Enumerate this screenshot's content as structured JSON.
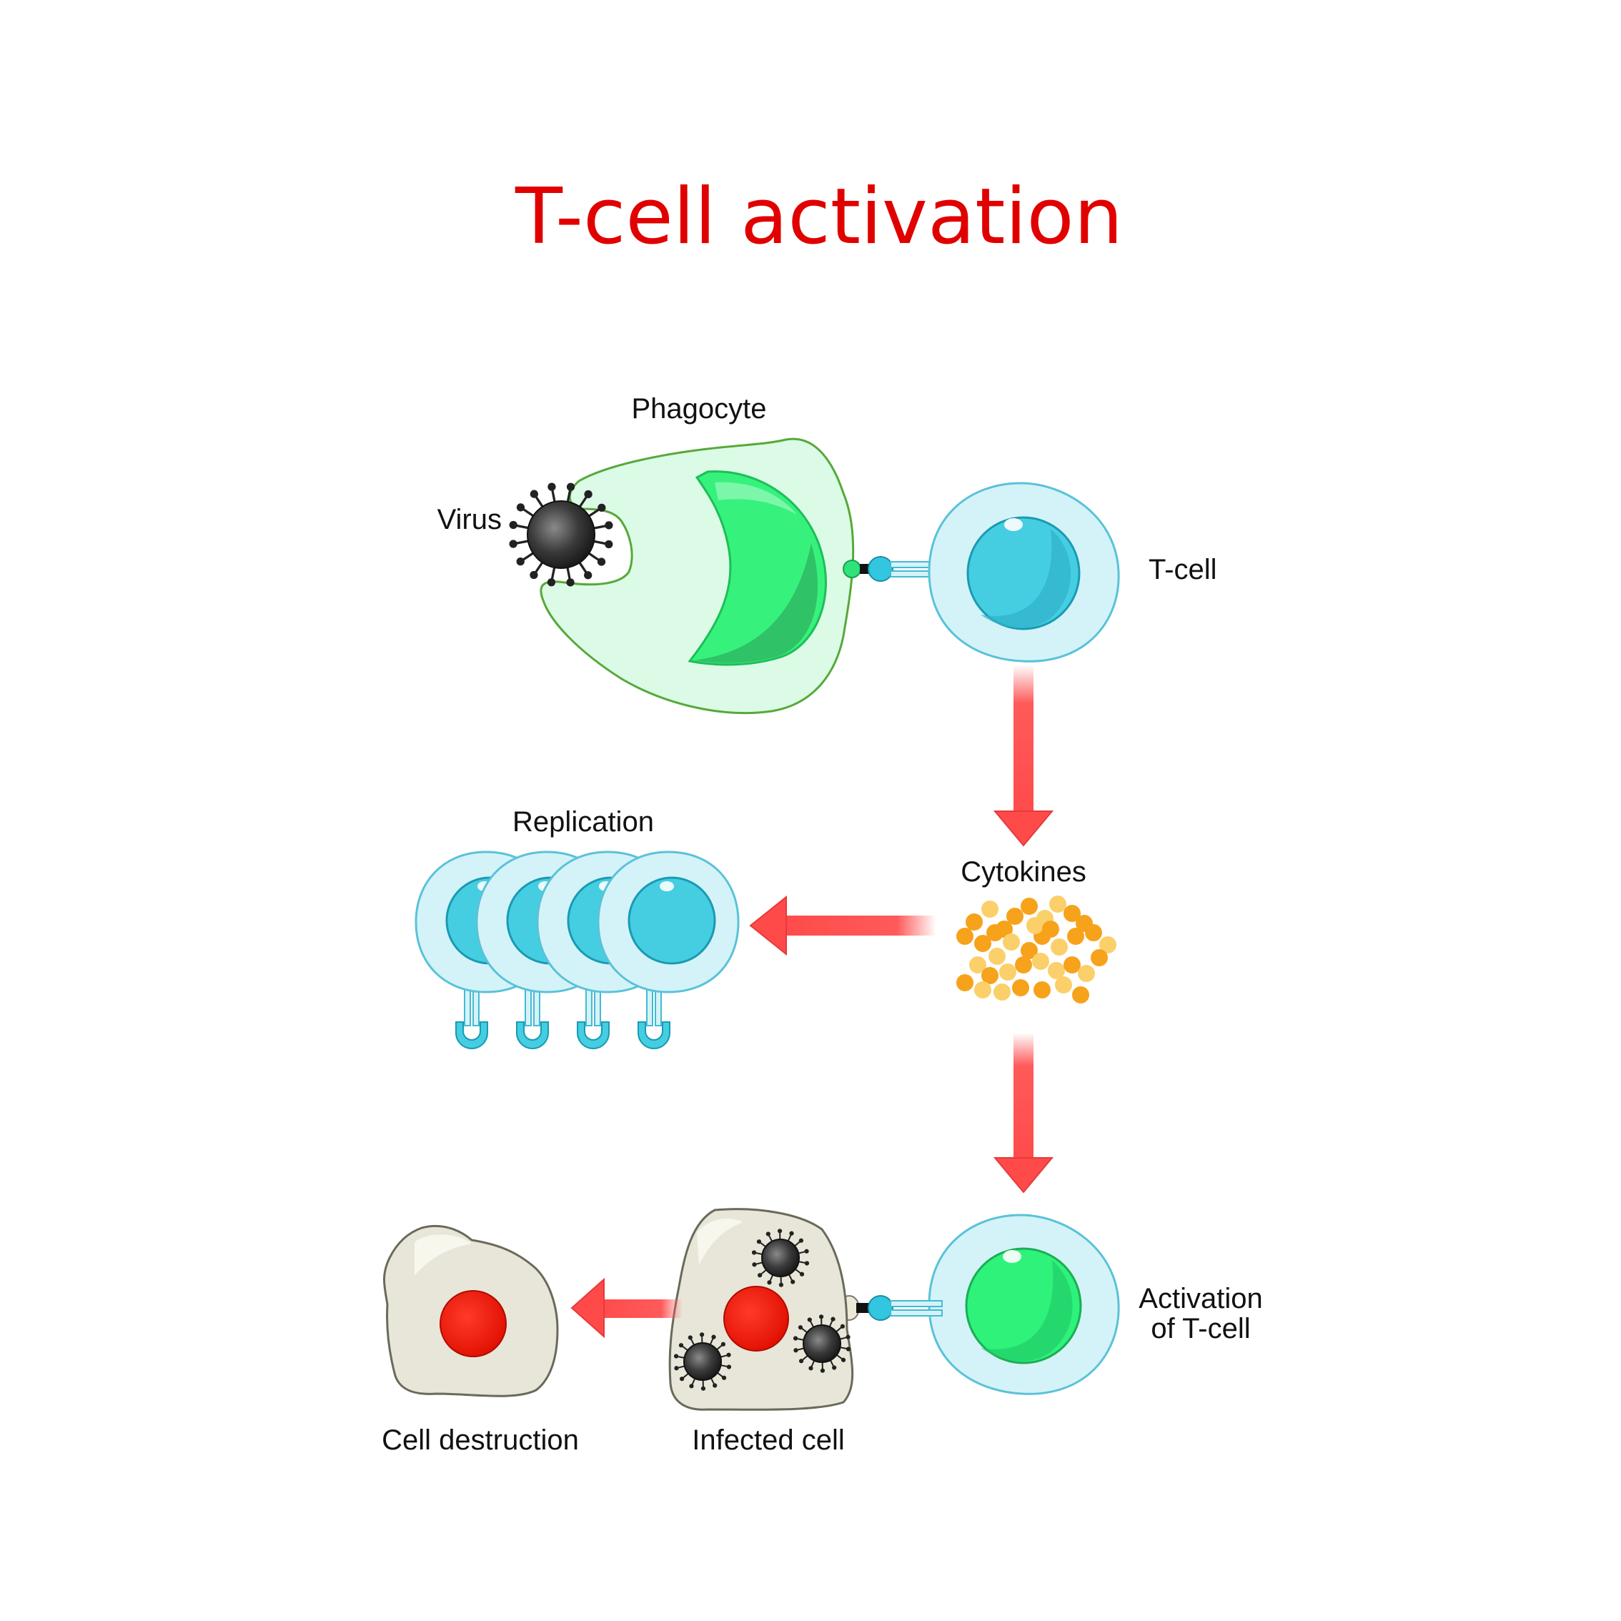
{
  "title": "T-cell activation",
  "labels": {
    "phagocyte": "Phagocyte",
    "virus": "Virus",
    "t_cell": "T-cell",
    "replication": "Replication",
    "cytokines": "Cytokines",
    "activation_line1": "Activation",
    "activation_line2": "of T-cell",
    "cell_destruction": "Cell destruction",
    "infected_cell": "Infected cell"
  },
  "colors": {
    "title": "#e00000",
    "arrow": "#ff4f4f",
    "tcell_outer": "#d4f3f8",
    "tcell_nucleus": "#42cde0",
    "activated_nucleus": "#22f077",
    "phagocyte_body": "#d8fbe4",
    "phagocyte_nucleus": "#1fe66b",
    "virus": "#3a3a3a",
    "infected_cell": "#e8e6d8",
    "red_nucleus": "#ee1100",
    "cytokine_orange": "#f7a21b",
    "cytokine_yellow": "#fbd06a"
  }
}
